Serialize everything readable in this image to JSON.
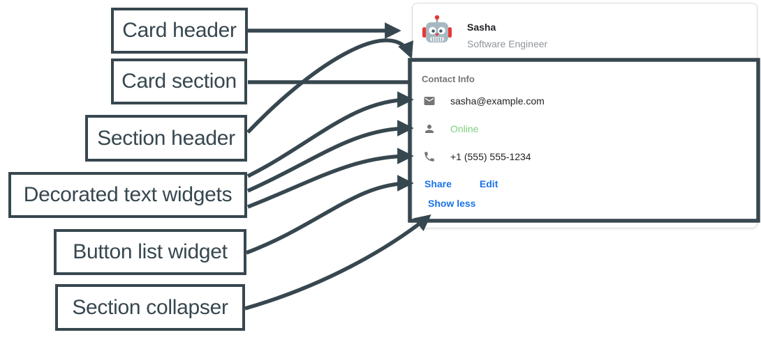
{
  "annotations": {
    "labels": [
      {
        "text": "Card header"
      },
      {
        "text": "Card section"
      },
      {
        "text": "Section header"
      },
      {
        "text": "Decorated text widgets"
      },
      {
        "text": "Button list widget"
      },
      {
        "text": "Section collapser"
      }
    ]
  },
  "card": {
    "header": {
      "avatar_icon": "robot-avatar-icon",
      "title": "Sasha",
      "subtitle": "Software Engineer"
    },
    "section": {
      "header": "Contact Info",
      "rows": [
        {
          "icon": "email-icon",
          "text": "sasha@example.com",
          "color": "#212121"
        },
        {
          "icon": "person-icon",
          "text": "Online",
          "color": "#7ed07f"
        },
        {
          "icon": "phone-icon",
          "text": "+1 (555) 555-1234",
          "color": "#212121"
        }
      ],
      "buttons": [
        {
          "label": "Share"
        },
        {
          "label": "Edit"
        }
      ],
      "collapser_label": "Show less"
    }
  },
  "colors": {
    "annotation_ink": "#37474f",
    "link_blue": "#1a73e8",
    "online_green": "#7ed07f",
    "icon_gray": "#757575"
  }
}
